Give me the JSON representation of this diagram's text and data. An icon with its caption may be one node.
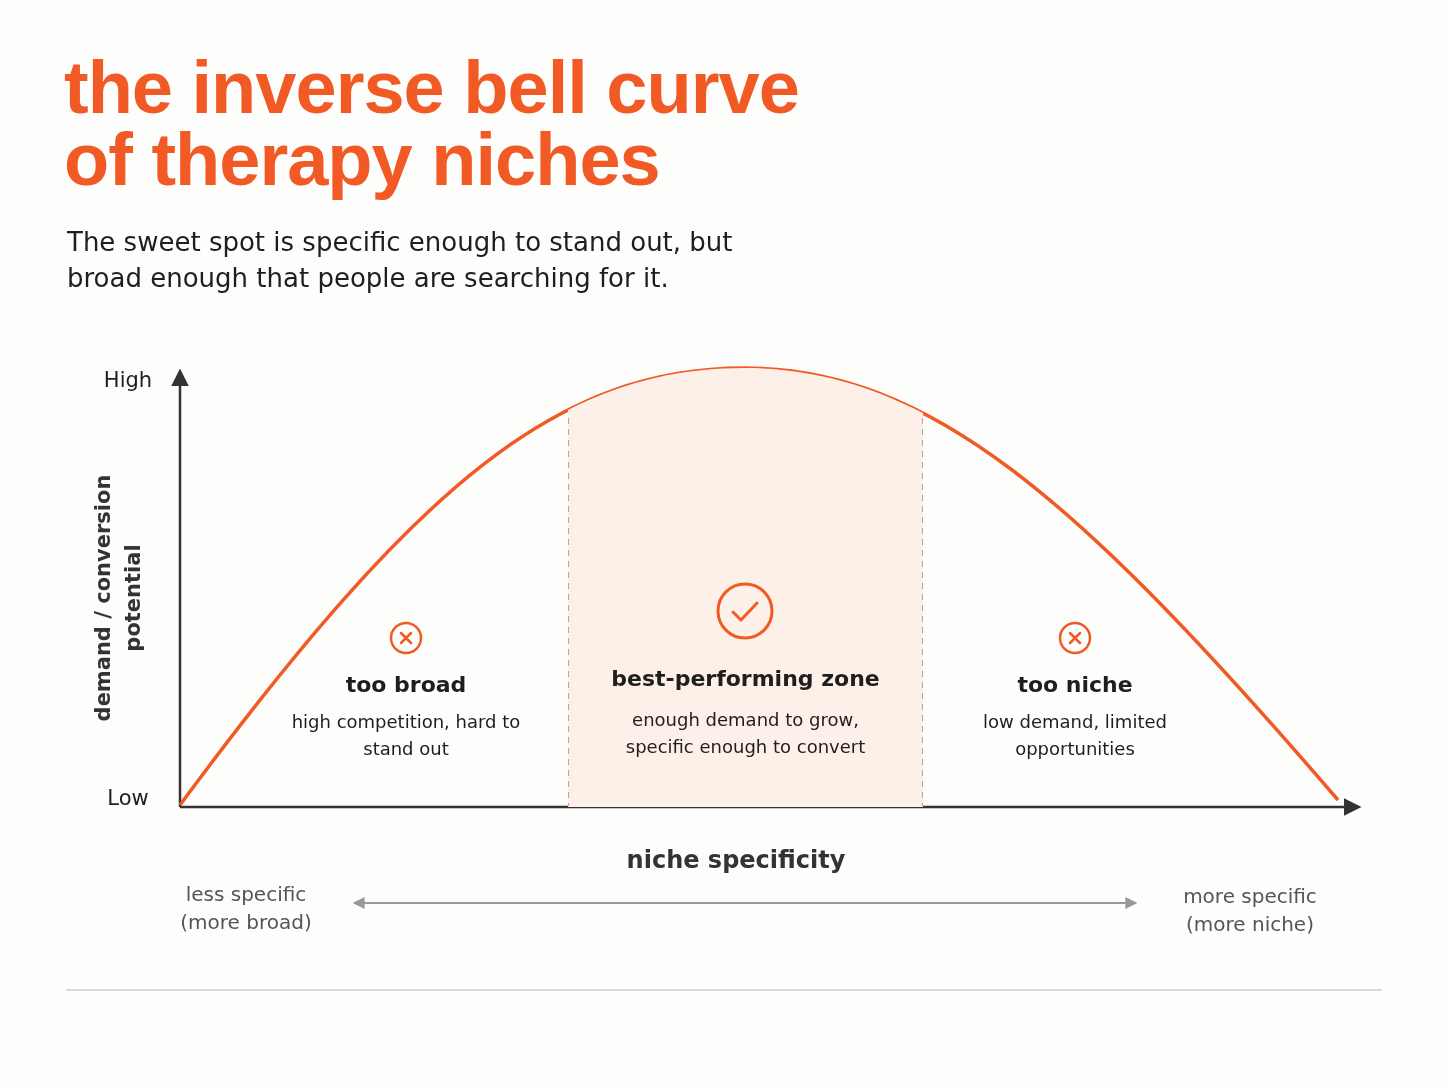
{
  "diagram": {
    "title": "the inverse bell curve of therapy niches",
    "nodes": [
      {
        "text": [
          "best-performing zone",
          "enough demand to grow, specific enough to convert"
        ]
      }
    ],
    "labels": [
      "The sweet spot is specific enough to stand out, but broad enough that people are searching for it.",
      "High",
      "demand / conversion potential",
      "too broad",
      "high competition, hard to stand out",
      "too niche",
      "low demand, limited opportunities",
      "Low",
      "niche specificity",
      "less specific (more broad)",
      "more specific (more niche)"
    ]
  }
}
